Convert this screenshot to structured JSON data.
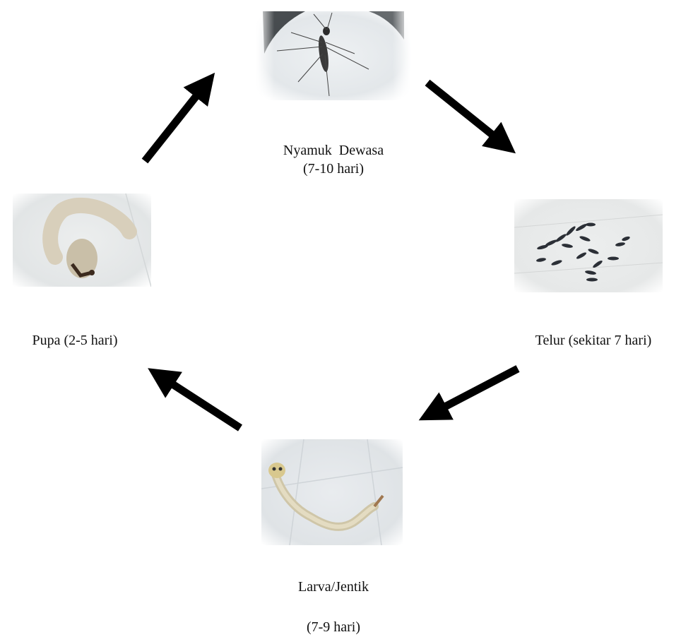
{
  "stages": {
    "adult": {
      "title": "Nyamuk  Dewasa",
      "duration": "(7-10 hari)"
    },
    "egg": {
      "label": "Telur (sekitar 7 hari)"
    },
    "larva": {
      "title": "Larva/Jentik",
      "duration": "(7-9 hari)"
    },
    "pupa": {
      "label": "Pupa (2-5 hari)"
    }
  },
  "colors": {
    "arrow": "#000000",
    "text": "#111111"
  }
}
